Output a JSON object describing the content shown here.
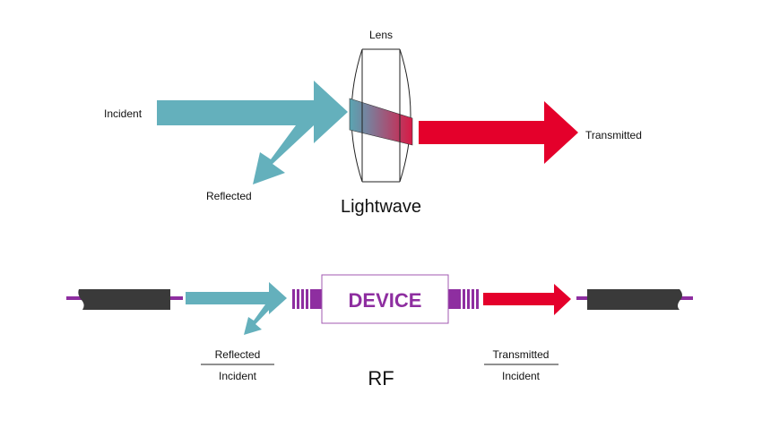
{
  "lightwave": {
    "title": "Lightwave",
    "lens_label": "Lens",
    "incident_label": "Incident",
    "reflected_label": "Reflected",
    "transmitted_label": "Transmitted"
  },
  "rf": {
    "title": "RF",
    "device_label": "DEVICE",
    "reflection_ratio": {
      "numerator": "Reflected",
      "denominator": "Incident"
    },
    "transmission_ratio": {
      "numerator": "Transmitted",
      "denominator": "Incident"
    }
  },
  "colors": {
    "incident": "#64b0bc",
    "transmitted": "#e4002b",
    "device": "#8e2ea0",
    "cable": "#3a3a3a",
    "text": "#111111"
  }
}
